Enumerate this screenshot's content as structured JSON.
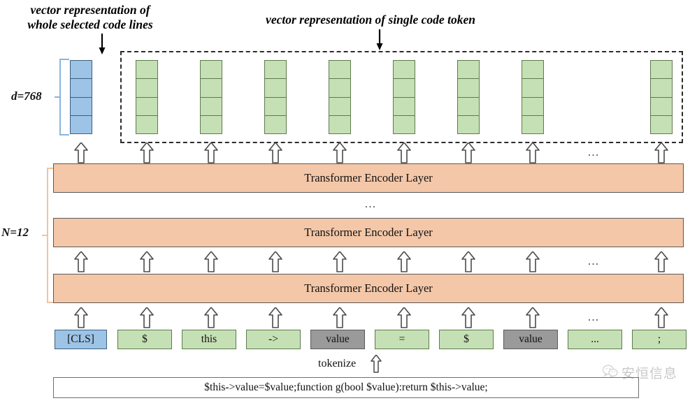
{
  "annotations": {
    "cls_caption": "vector representation of\nwhole selected code lines",
    "token_caption": "vector representation of single code token",
    "d_label": "d=768",
    "n_label": "N=12",
    "ellipsis": "...",
    "tokenize_label": "tokenize"
  },
  "vectors": {
    "cell_count": 4,
    "columns": [
      {
        "id": "cls-vector",
        "color": "#9DC3E6",
        "kind": "blue"
      },
      {
        "id": "token-vector-1",
        "color": "#C5E0B4",
        "kind": "green"
      },
      {
        "id": "token-vector-2",
        "color": "#C5E0B4",
        "kind": "green"
      },
      {
        "id": "token-vector-3",
        "color": "#C5E0B4",
        "kind": "green"
      },
      {
        "id": "token-vector-4",
        "color": "#C5E0B4",
        "kind": "green"
      },
      {
        "id": "token-vector-5",
        "color": "#C5E0B4",
        "kind": "green"
      },
      {
        "id": "token-vector-6",
        "color": "#C5E0B4",
        "kind": "green"
      },
      {
        "id": "token-vector-7",
        "color": "#C5E0B4",
        "kind": "green"
      },
      {
        "id": "token-vector-8",
        "color": "#C5E0B4",
        "kind": "green"
      },
      {
        "id": "token-vector-9",
        "color": "#C5E0B4",
        "kind": "green"
      }
    ]
  },
  "encoder": {
    "layer_label": "Transformer Encoder Layer",
    "layers": [
      "top",
      "middle",
      "bottom"
    ],
    "stack_ellipsis": "...",
    "color": "#F4C7A8"
  },
  "tokens": [
    {
      "label": "[CLS]",
      "kind": "blue"
    },
    {
      "label": "$",
      "kind": "green"
    },
    {
      "label": "this",
      "kind": "green"
    },
    {
      "label": "->",
      "kind": "green"
    },
    {
      "label": "value",
      "kind": "gray"
    },
    {
      "label": "=",
      "kind": "green"
    },
    {
      "label": "$",
      "kind": "green"
    },
    {
      "label": "value",
      "kind": "gray"
    },
    {
      "label": "...",
      "kind": "green"
    },
    {
      "label": ";",
      "kind": "green"
    }
  ],
  "code": {
    "line": "$this->value=$value;function g(bool $value):return $this->value;"
  },
  "watermark": {
    "text": "安恒信息"
  },
  "colors": {
    "blue": "#9DC3E6",
    "green": "#C5E0B4",
    "gray": "#9A9A9A",
    "orange": "#F4C7A8",
    "outline": "#595959"
  }
}
